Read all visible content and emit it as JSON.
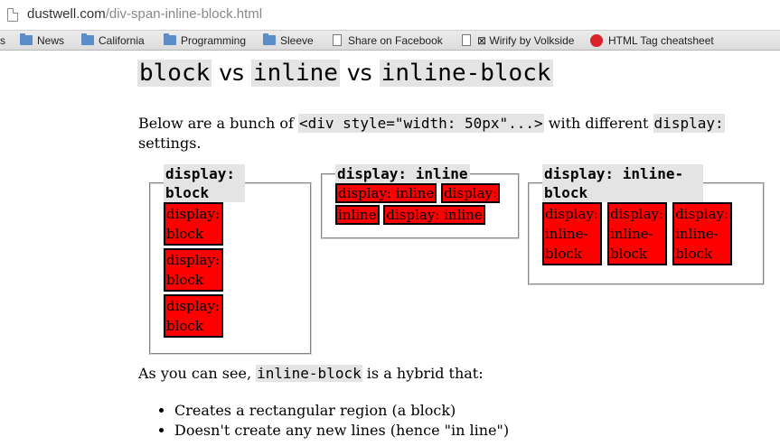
{
  "browser": {
    "url_host": "dustwell.com",
    "url_path": "/div-span-inline-block.html",
    "bookmarks": [
      "s",
      "News",
      "California",
      "Programming",
      "Sleeve",
      "Share on Facebook",
      "⊠ Wirify by Volkside",
      "HTML Tag cheatsheet"
    ]
  },
  "page": {
    "title": {
      "block": "block",
      "vs1": "vs",
      "inline": "inline",
      "vs2": "vs",
      "inline_block": "inline-block"
    },
    "intro": {
      "before": "Below are a bunch of ",
      "code1": "<div style=\"width: 50px\"...>",
      "middle": " with different ",
      "code2": "display:",
      "after": " settings."
    },
    "demos": {
      "block": {
        "legend": "display: block",
        "items": [
          "display: block",
          "display: block",
          "display: block"
        ]
      },
      "inline": {
        "legend": "display: inline",
        "items": [
          "display: inline",
          "display: inline",
          "display: inline"
        ]
      },
      "inline_block": {
        "legend": "display: inline-block",
        "items": [
          "display: inline-block",
          "display: inline-block",
          "display: inline-block"
        ]
      }
    },
    "summary": {
      "before": "As you can see, ",
      "code": "inline-block",
      "after": " is a hybrid that:"
    },
    "bullets": [
      "Creates a rectangular region (a block)",
      "Doesn't create any new lines (hence \"in line\")"
    ]
  }
}
